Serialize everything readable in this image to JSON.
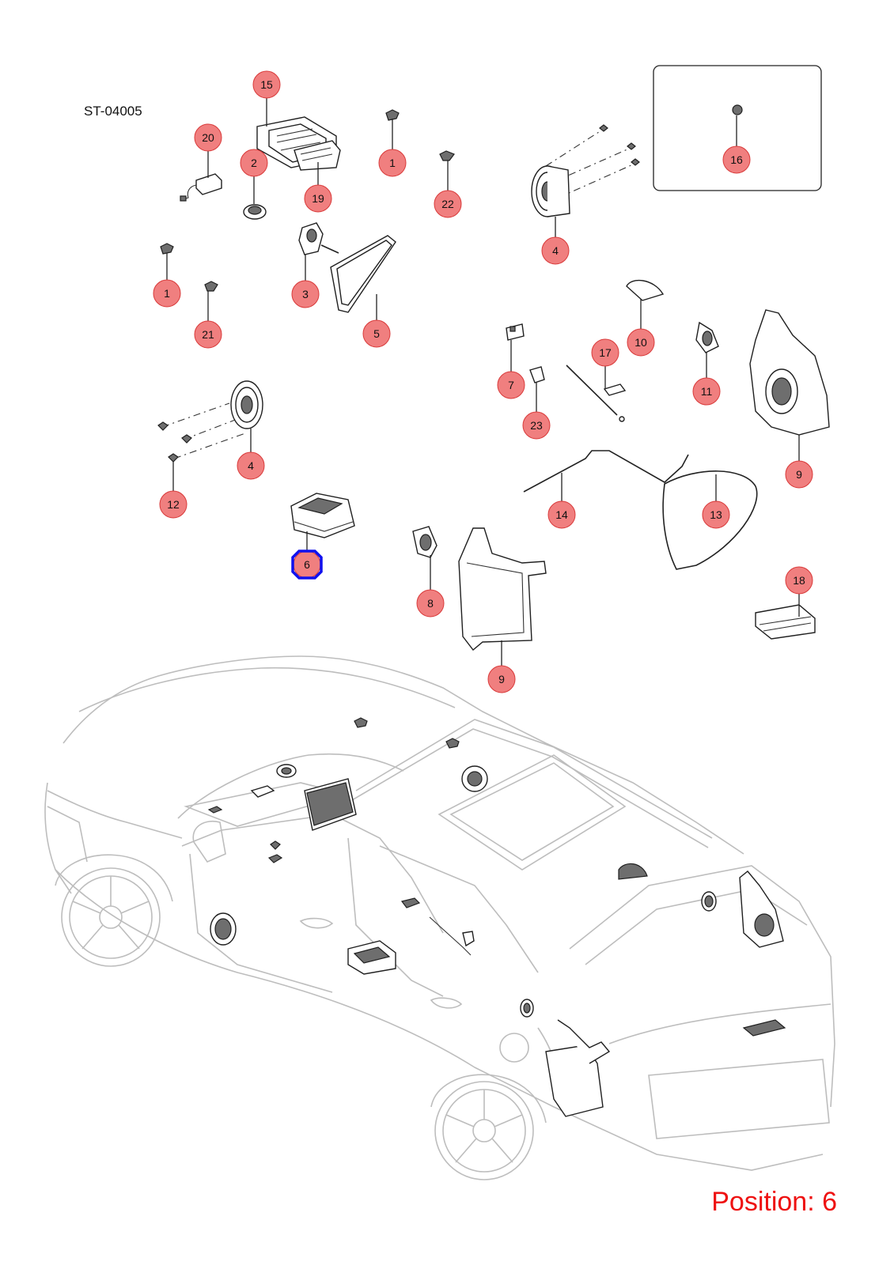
{
  "diagram": {
    "code": "ST-04005",
    "position_label": "Position: 6",
    "selected_position": "6"
  },
  "callouts": [
    {
      "id": "c15",
      "label": "15"
    },
    {
      "id": "c20",
      "label": "20"
    },
    {
      "id": "c2",
      "label": "2"
    },
    {
      "id": "c19",
      "label": "19"
    },
    {
      "id": "c1a",
      "label": "1"
    },
    {
      "id": "c22",
      "label": "22"
    },
    {
      "id": "c16",
      "label": "16"
    },
    {
      "id": "c4a",
      "label": "4"
    },
    {
      "id": "c1b",
      "label": "1"
    },
    {
      "id": "c3",
      "label": "3"
    },
    {
      "id": "c21",
      "label": "21"
    },
    {
      "id": "c5",
      "label": "5"
    },
    {
      "id": "c10",
      "label": "10"
    },
    {
      "id": "c17",
      "label": "17"
    },
    {
      "id": "c7",
      "label": "7"
    },
    {
      "id": "c11",
      "label": "11"
    },
    {
      "id": "c23",
      "label": "23"
    },
    {
      "id": "c9a",
      "label": "9"
    },
    {
      "id": "c4b",
      "label": "4"
    },
    {
      "id": "c12",
      "label": "12"
    },
    {
      "id": "c14",
      "label": "14"
    },
    {
      "id": "c13",
      "label": "13"
    },
    {
      "id": "c6",
      "label": "6"
    },
    {
      "id": "c8",
      "label": "8"
    },
    {
      "id": "c18",
      "label": "18"
    },
    {
      "id": "c9b",
      "label": "9"
    }
  ],
  "colors": {
    "callout_fill": "#f07f7f",
    "callout_stroke": "#d93a3a",
    "selection": "#1010ee",
    "position_text": "#ee1111",
    "vehicle_outline": "#bdbdbd"
  }
}
